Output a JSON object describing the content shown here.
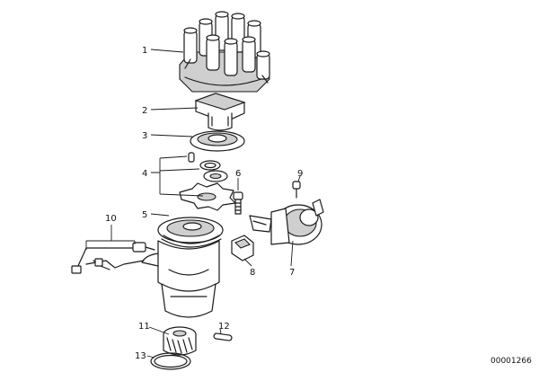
{
  "callouts": {
    "c1": "1",
    "c2": "2",
    "c3": "3",
    "c4": "4",
    "c5": "5",
    "c6": "6",
    "c7": "7",
    "c8": "8",
    "c9": "9",
    "c10": "10",
    "c11": "11",
    "c12": "12",
    "c13": "13"
  },
  "reference_code": "00001266"
}
